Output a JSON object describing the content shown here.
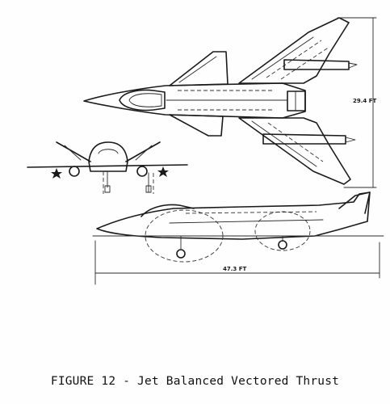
{
  "figure": {
    "caption": "FIGURE 12 - Jet Balanced Vectored Thrust",
    "dimensions": {
      "span": "29.4 FT",
      "length": "47.3 FT"
    },
    "views": [
      "plan-view",
      "front-view",
      "side-view"
    ]
  }
}
